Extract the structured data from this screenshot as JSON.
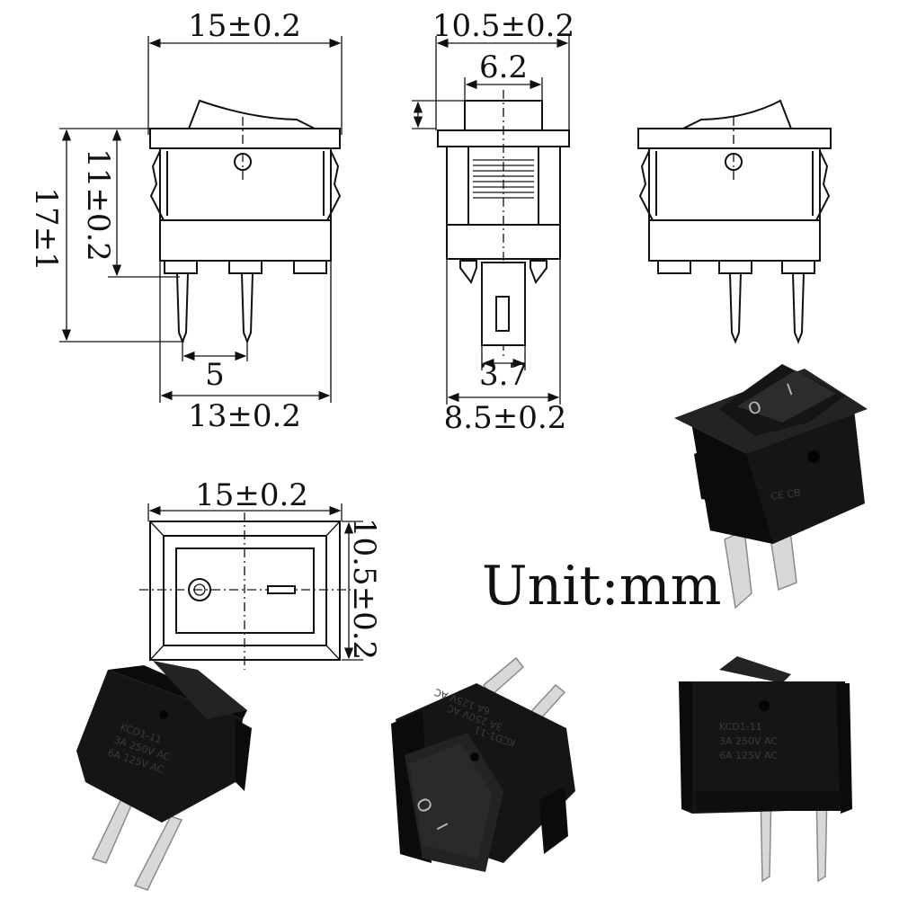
{
  "dimensions": {
    "front_width": "15±0.2",
    "front_height_body": "11±0.2",
    "front_height_total": "17±1",
    "pin_pitch": "5",
    "base_width": "13±0.2",
    "side_width": "10.5±0.2",
    "side_rocker_width": "6.2",
    "side_tab_width": "3.7",
    "side_base_width": "8.5±0.2",
    "top_width": "15±0.2",
    "top_height": "10.5±0.2"
  },
  "unit_label": "Unit:mm",
  "photo_markings": {
    "model": "KCD1-11",
    "rating_1": "3A 250V AC",
    "rating_2": "6A 125V AC",
    "symbol_off": "O",
    "symbol_on": "I"
  }
}
